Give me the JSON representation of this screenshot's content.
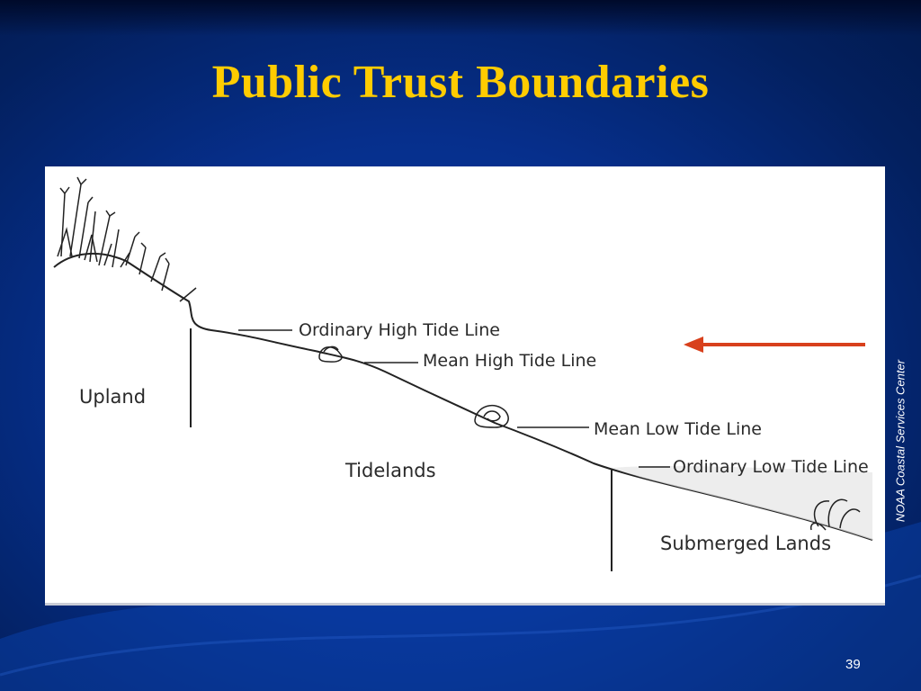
{
  "slide": {
    "title": "Public Trust Boundaries",
    "credit": "NOAA Coastal Services Center",
    "page_number": "39"
  },
  "diagram": {
    "tide_lines": {
      "ordinary_high": "Ordinary High Tide Line",
      "mean_high": "Mean High Tide Line",
      "mean_low": "Mean Low Tide Line",
      "ordinary_low": "Ordinary Low Tide Line"
    },
    "zones": {
      "upland": "Upland",
      "tidelands": "Tidelands",
      "submerged": "Submerged Lands"
    }
  },
  "colors": {
    "title": "#ffcc00",
    "background": "#062f8c",
    "arrow": "#d8401c"
  }
}
